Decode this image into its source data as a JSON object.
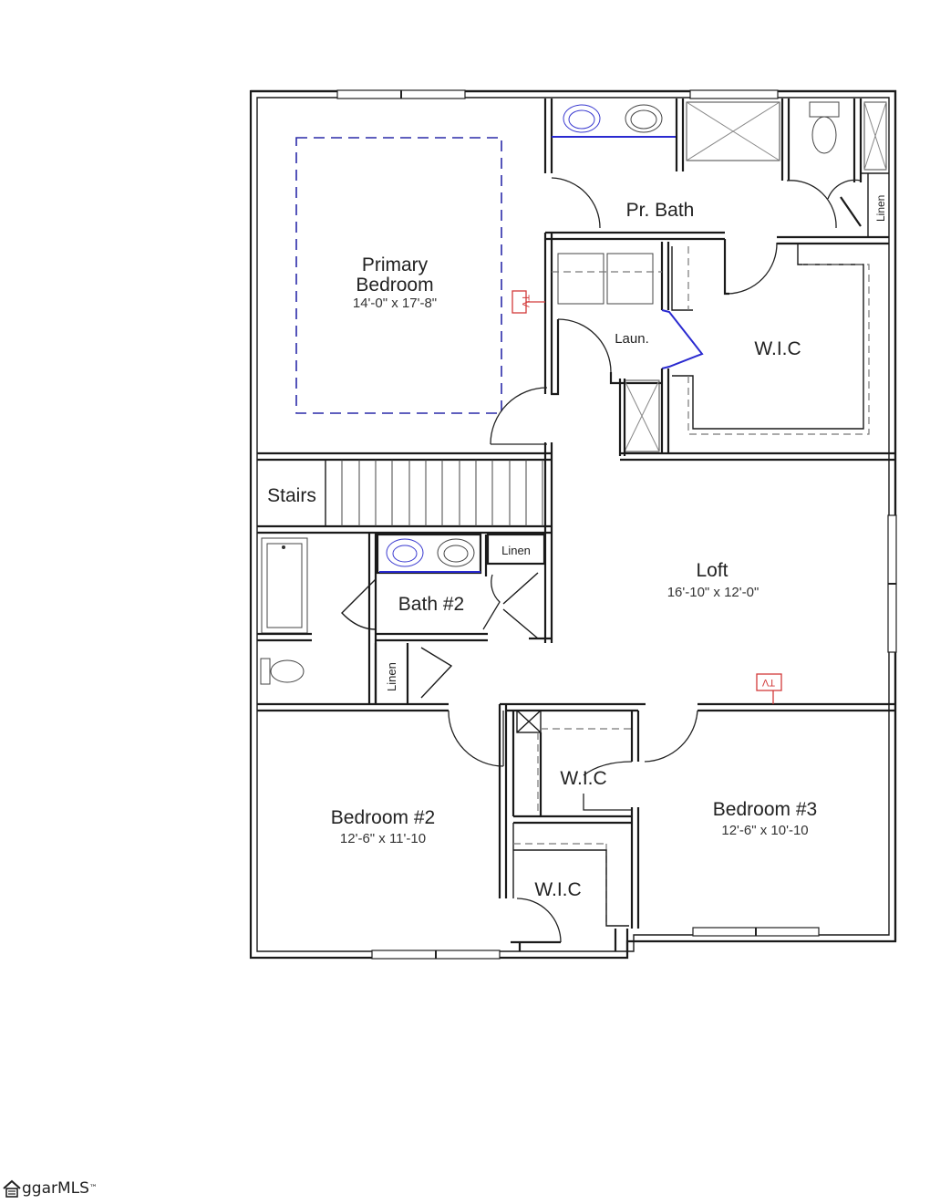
{
  "floor_plan": {
    "rooms": [
      {
        "id": "primary-bedroom",
        "name_line1": "Primary",
        "name_line2": "Bedroom",
        "dimensions": "14'-0\" x 17'-8\""
      },
      {
        "id": "primary-bath",
        "name": "Pr. Bath"
      },
      {
        "id": "laundry",
        "name": "Laun."
      },
      {
        "id": "primary-wic",
        "name": "W.I.C"
      },
      {
        "id": "stairs",
        "name": "Stairs"
      },
      {
        "id": "bath-2",
        "name": "Bath #2"
      },
      {
        "id": "loft",
        "name": "Loft",
        "dimensions": "16'-10\" x 12'-0\""
      },
      {
        "id": "bedroom-2",
        "name": "Bedroom #2",
        "dimensions": "12'-6\" x 11'-10"
      },
      {
        "id": "bedroom-3",
        "name": "Bedroom #3",
        "dimensions": "12'-6\" x 10'-10"
      },
      {
        "id": "wic-bed3",
        "name": "W.I.C"
      },
      {
        "id": "wic-bed2",
        "name": "W.I.C"
      }
    ],
    "linen_labels": [
      "Linen",
      "Linen",
      "Linen"
    ],
    "tv_labels": [
      "TV",
      "TV"
    ],
    "colors": {
      "walls": "#1a1a1a",
      "tray_ceiling": "#2a2aa8",
      "tv_marker": "#d23a3a",
      "vanity_counter": "#2a2ad0"
    }
  },
  "branding": {
    "logo_text": "ggarMLS",
    "trademark": "™"
  }
}
